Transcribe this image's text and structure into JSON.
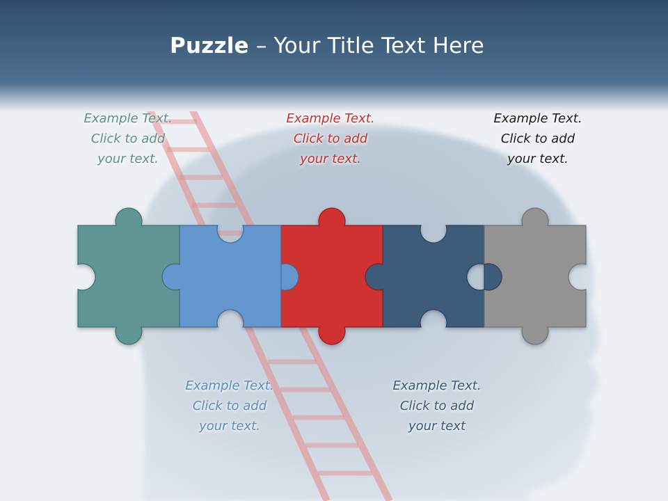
{
  "slide": {
    "title_bold": "Puzzle",
    "title_rest": " – Your Title Text Here"
  },
  "notes": [
    {
      "lines": [
        "Example Text.",
        "Click  to add",
        "your text."
      ],
      "color": "#5f8f8f"
    },
    {
      "lines": [
        "Example Text.",
        "Click  to add",
        "your text."
      ],
      "color": "#c9302c"
    },
    {
      "lines": [
        "Example Text.",
        "Click  to add",
        "your text."
      ],
      "color": "#1a1a1a"
    },
    {
      "lines": [
        "Example Text.",
        "Click  to add",
        "your text."
      ],
      "color": "#5b8cc4"
    },
    {
      "lines": [
        "Example Text.",
        "Click  to add",
        "your text"
      ],
      "color": "#3d5a78"
    }
  ],
  "pieces": [
    {
      "name": "teal",
      "color": "#5f9595"
    },
    {
      "name": "blue",
      "color": "#6397cd"
    },
    {
      "name": "red",
      "color": "#d03030"
    },
    {
      "name": "navy",
      "color": "#3e5b79"
    },
    {
      "name": "gray",
      "color": "#939393"
    }
  ]
}
